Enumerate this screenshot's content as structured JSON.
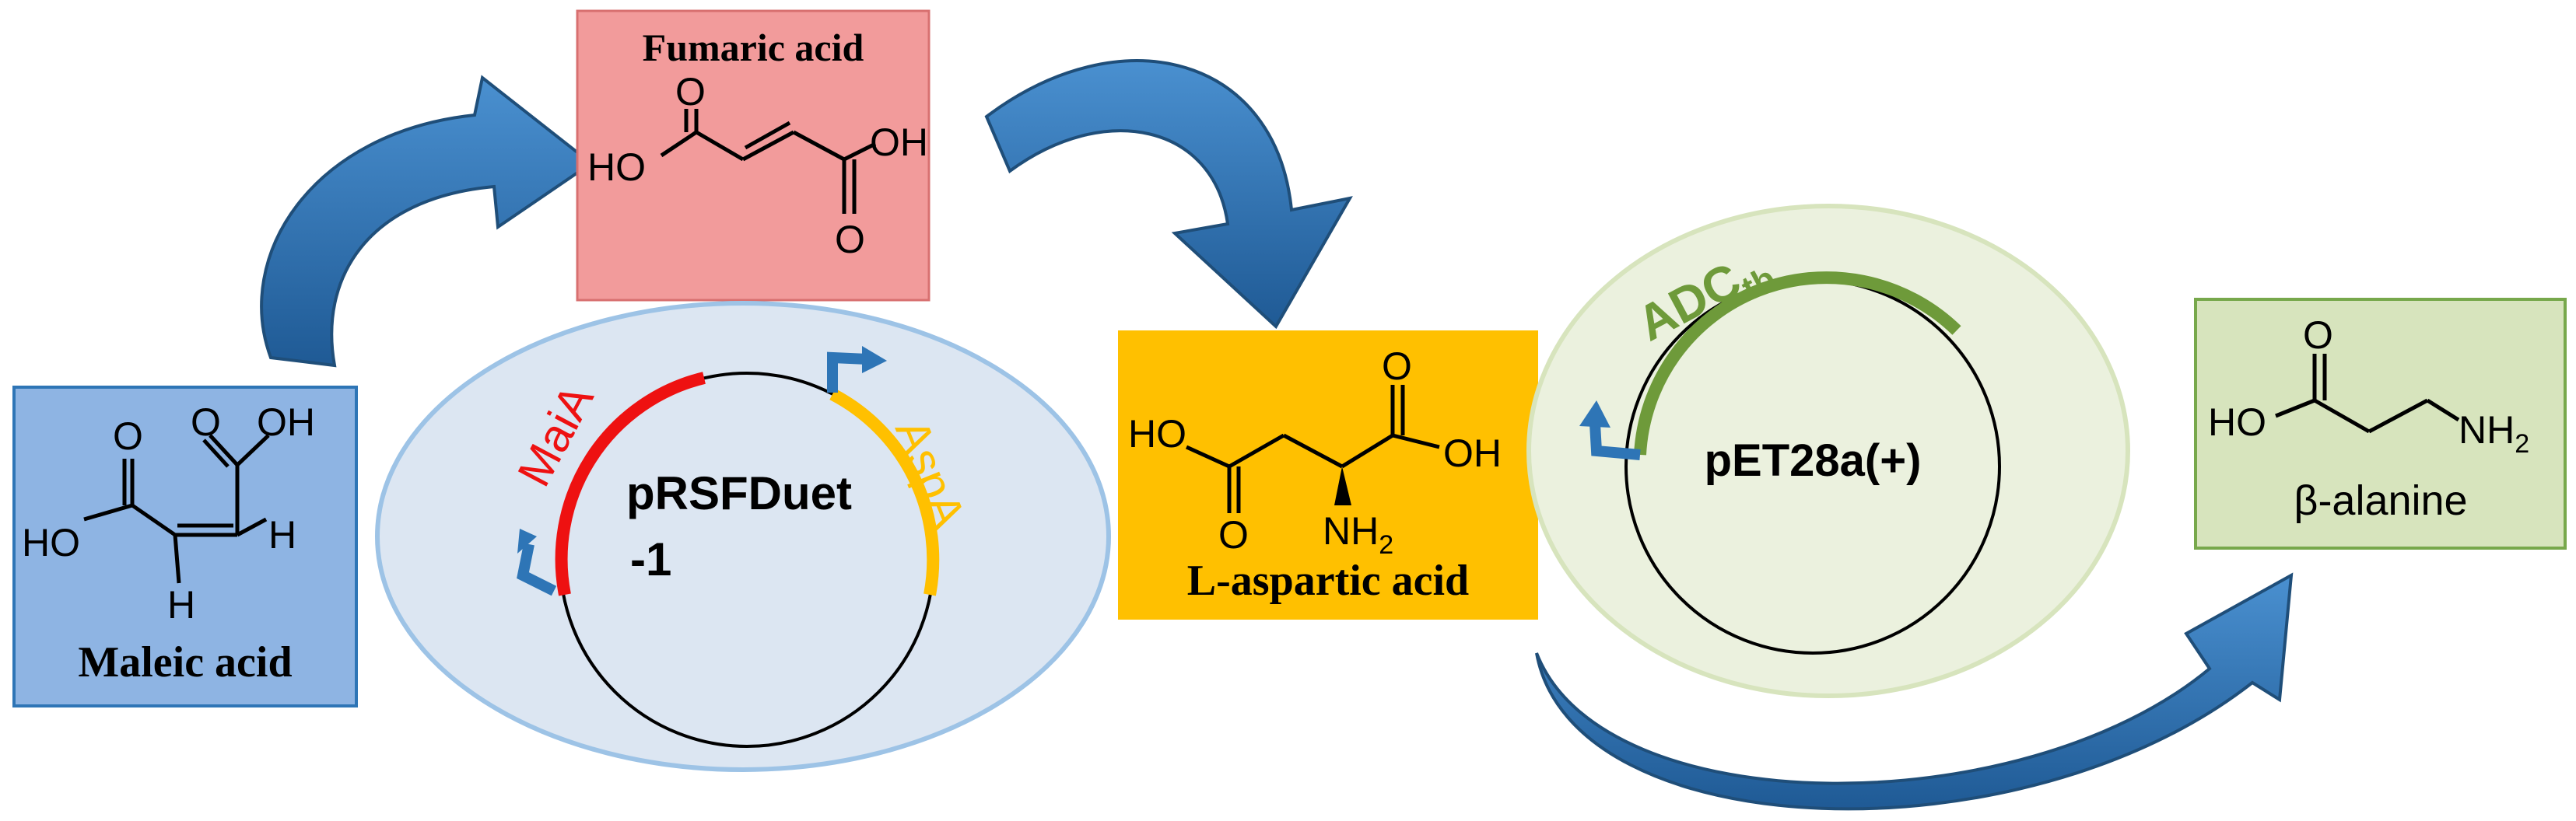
{
  "compounds": {
    "maleic": {
      "name": "Maleic acid",
      "ho": "HO",
      "oh": "OH",
      "o": "O",
      "h1": "H",
      "h2": "H",
      "color": "#8EB4E3"
    },
    "fumaric": {
      "name": "Fumaric acid",
      "ho": "HO",
      "oh": "OH",
      "o1": "O",
      "o2": "O",
      "color": "#F29B9B"
    },
    "aspartic": {
      "name": "L-aspartic acid",
      "ho": "HO",
      "oh": "OH",
      "o1": "O",
      "o2": "O",
      "nh": "NH",
      "nh_sub": "2",
      "color": "#FFC000"
    },
    "alanine": {
      "name": "β-alanine",
      "ho": "HO",
      "o": "O",
      "nh": "NH",
      "nh_sub": "2",
      "color": "#D7E4BD"
    }
  },
  "plasmids": {
    "prsf": {
      "line1": "pRSFDuet",
      "line2": "-1",
      "gene1": "MaiA",
      "gene2": "AspA",
      "gene1_color": "#EE1111",
      "gene2_color": "#FFC000",
      "cell_color": "#DCE6F2"
    },
    "pet": {
      "label": "pET28a(+)",
      "gene": "ADC",
      "gene_sub": "tb",
      "gene_color": "#6E9A3A",
      "cell_color": "#EBF1DE"
    }
  },
  "colors": {
    "arrow": "#2E75B6",
    "arrow_dark": "#1F4E79",
    "promoter": "#2E75B6"
  }
}
